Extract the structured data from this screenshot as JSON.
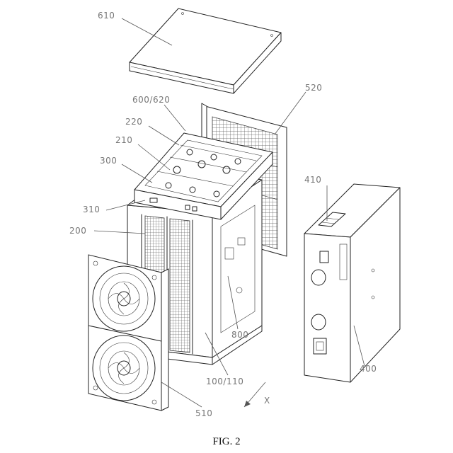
{
  "figure": {
    "caption": "FIG. 2"
  },
  "labels": {
    "l610": "610",
    "l600_620": "600/620",
    "l520": "520",
    "l220": "220",
    "l210": "210",
    "l300": "300",
    "l410": "410",
    "l310": "310",
    "l200": "200",
    "l800": "800",
    "l400": "400",
    "l100_110": "100/110",
    "l510": "510",
    "lx": "X"
  }
}
